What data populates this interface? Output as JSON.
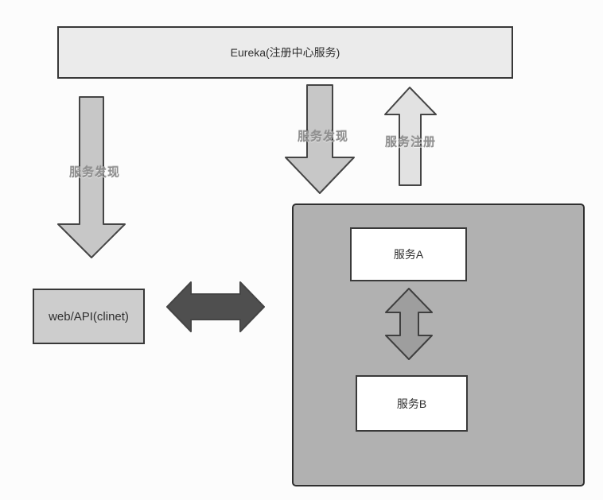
{
  "diagram": {
    "title_box": {
      "label": "Eureka(注册中心服务)"
    },
    "client_box": {
      "label": "web/API(clinet)"
    },
    "container": {
      "service_a": {
        "label": "服务A"
      },
      "service_b": {
        "label": "服务B"
      }
    },
    "arrow_labels": {
      "left_discovery": "服务发现",
      "middle_discovery": "服务发现",
      "register": "服务注册"
    },
    "colors": {
      "background": "#fcfcfc",
      "eureka_fill": "#ebebeb",
      "client_fill": "#cdcdcd",
      "container_fill": "#b1b1b1",
      "service_box_fill": "#ffffff",
      "discovery_arrow_fill": "#c7c7c7",
      "register_arrow_fill": "#e2e2e2",
      "service_link_arrow_fill": "#9e9e9e",
      "client_link_arrow_fill": "#4f4f4f",
      "arrow_stroke": "#454545",
      "border_dark": "#383838",
      "label_gray": "#8f8f8f"
    }
  }
}
